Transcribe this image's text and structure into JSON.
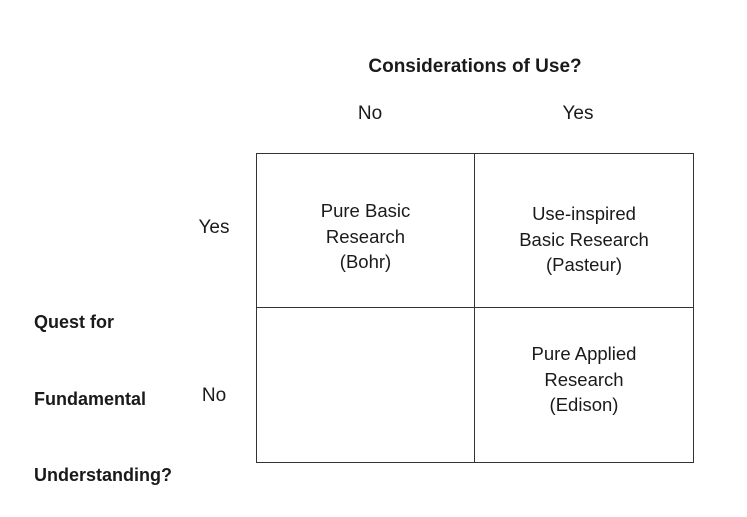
{
  "column_axis": {
    "title": "Considerations of Use?",
    "labels": [
      "No",
      "Yes"
    ]
  },
  "row_axis": {
    "title_lines": [
      "Quest for",
      "Fundamental",
      "Understanding?"
    ],
    "labels": [
      "Yes",
      "No"
    ]
  },
  "cells": {
    "yes_no": {
      "lines": [
        "Pure Basic",
        "Research",
        "(Bohr)"
      ]
    },
    "yes_yes": {
      "lines": [
        "Use-inspired",
        "Basic Research",
        "(Pasteur)"
      ]
    },
    "no_no": {
      "lines": []
    },
    "no_yes": {
      "lines": [
        "Pure Applied",
        "Research",
        "(Edison)"
      ]
    }
  }
}
